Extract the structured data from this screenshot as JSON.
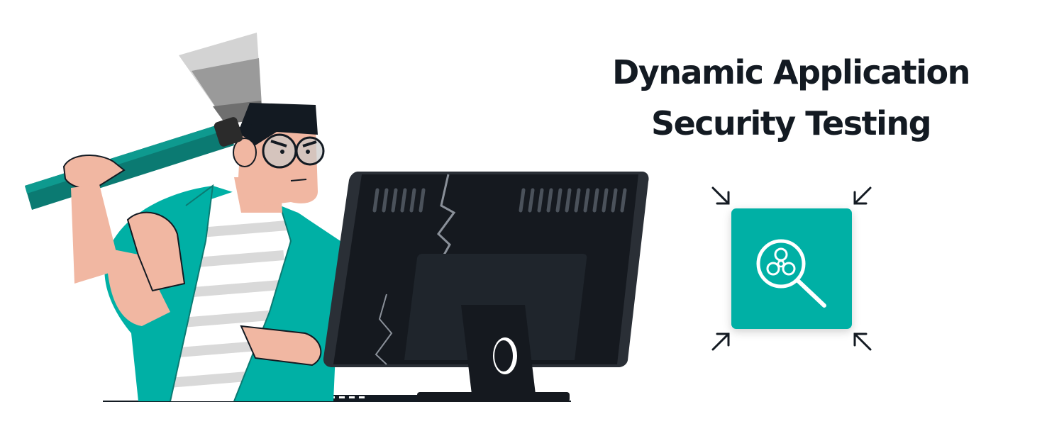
{
  "title": {
    "line1": "Dynamic Application",
    "line2": "Security Testing"
  },
  "illustration": {
    "subject": "hacker-with-axe-smashing-monitor"
  },
  "badge": {
    "icon": "biohazard-magnifier-icon",
    "corner_icons": [
      "arrow-in-top-left-icon",
      "arrow-in-top-right-icon",
      "arrow-in-bottom-left-icon",
      "arrow-in-bottom-right-icon"
    ]
  },
  "colors": {
    "teal": "#00b0a5",
    "dark_teal": "#0b7a72",
    "monitor_black": "#15191f",
    "skin": "#f1b7a2",
    "text": "#131a22",
    "axe_gray": "#8a8a8a"
  }
}
